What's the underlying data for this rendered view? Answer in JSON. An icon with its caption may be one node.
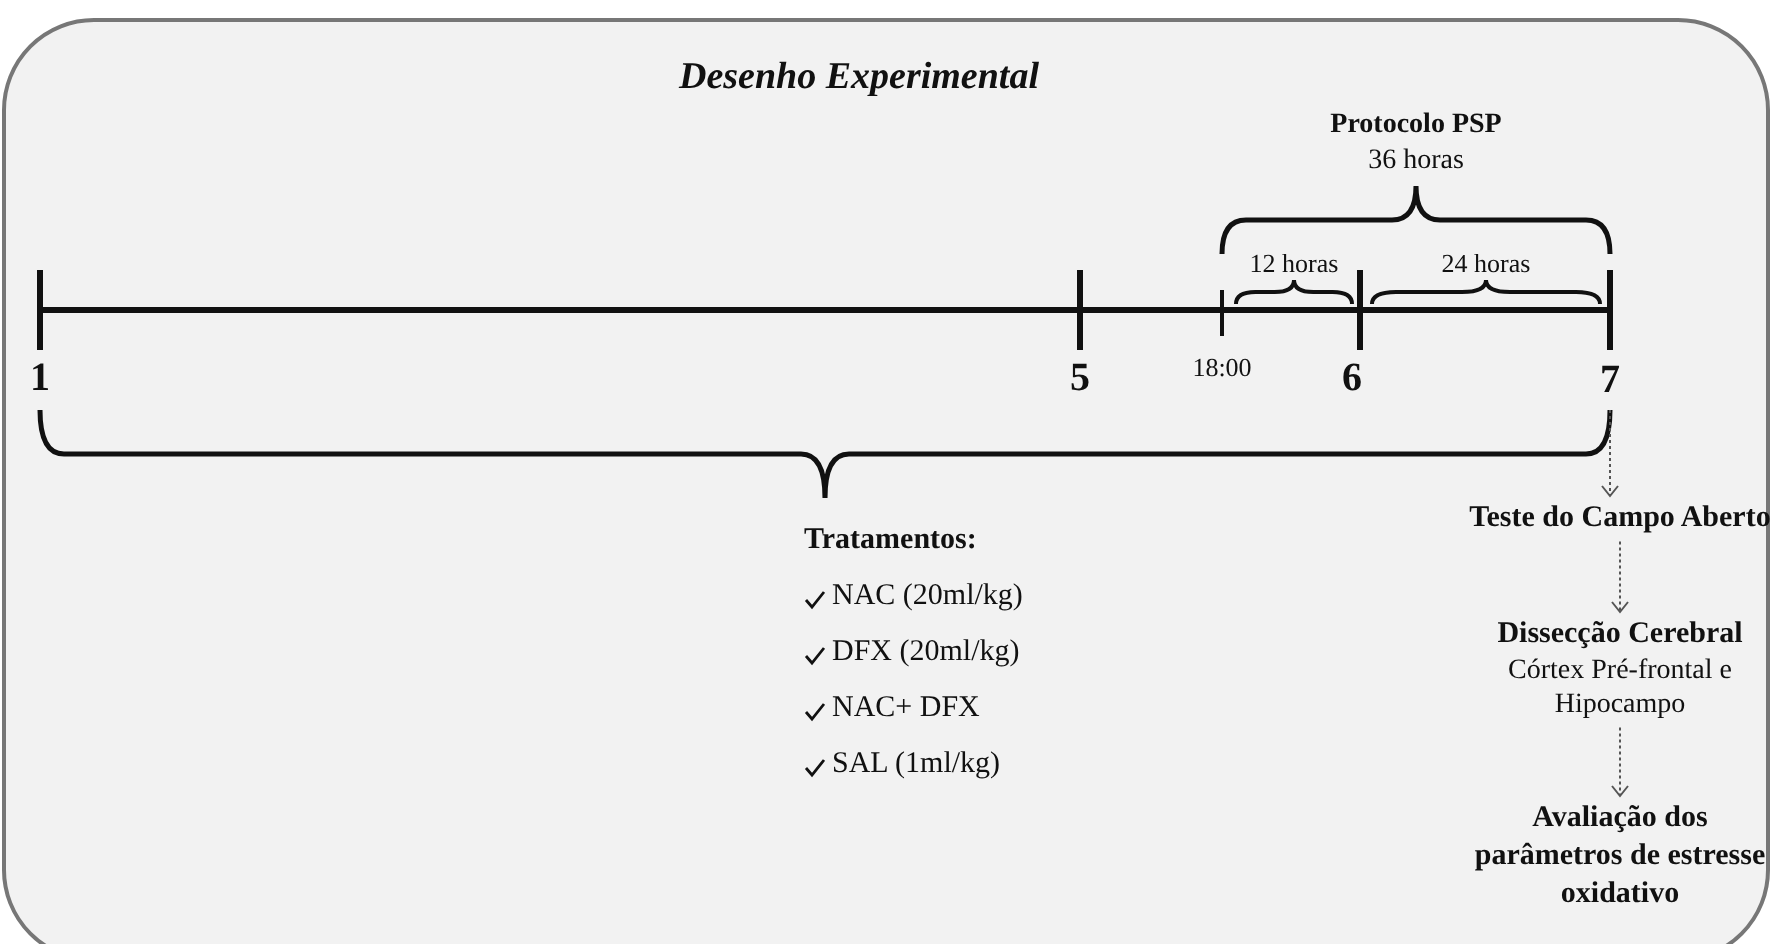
{
  "diagram": {
    "title": "Desenho Experimental",
    "nodes": [
      {
        "text": [
          "7"
        ]
      },
      {
        "text": [
          "Teste do Campo Aberto"
        ]
      },
      {
        "text": [
          "Dissecção Cerebral",
          "Córtex Pré-frontal e Hipocampo"
        ]
      },
      {
        "text": [
          "Avaliação dos parâmetros de estresse oxidativo"
        ]
      }
    ],
    "edges": [
      {
        "from": 0,
        "to": 1,
        "arrow": "to",
        "style": "dashed"
      },
      {
        "from": 1,
        "to": 2,
        "arrow": "to",
        "style": "dashed"
      },
      {
        "from": 2,
        "to": 3,
        "arrow": "to",
        "style": "dashed"
      }
    ],
    "labels": [
      "Protocolo PSP",
      "36 horas",
      "12 horas",
      "24 horas",
      "1",
      "5",
      "18:00",
      "6",
      "Tratamentos:",
      "NAC (20ml/kg)",
      "DFX (20ml/kg)",
      "NAC+ DFX",
      "SAL (1ml/kg)"
    ]
  }
}
